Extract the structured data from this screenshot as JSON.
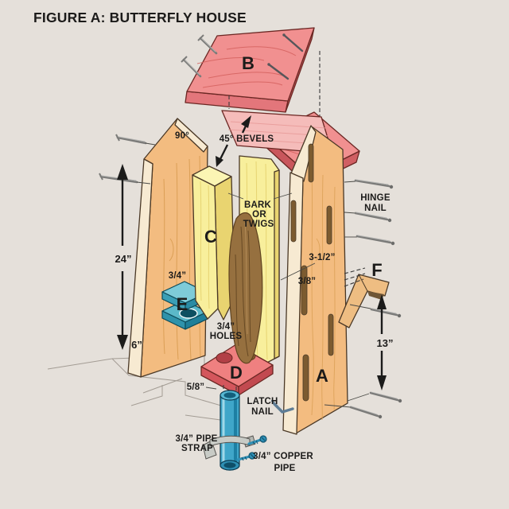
{
  "title": "FIGURE A: BUTTERFLY HOUSE",
  "part_labels": {
    "a": "A",
    "b": "B",
    "c": "C",
    "d": "D",
    "e": "E",
    "f": "F"
  },
  "annotations": {
    "peak_angle": "90°",
    "bevels": "45° BEVELS",
    "bark_line1": "BARK",
    "bark_line2": "OR",
    "bark_line3": "TWIGS",
    "hinge_line1": "HINGE",
    "hinge_line2": "NAIL",
    "latch_line1": "LATCH",
    "latch_line2": "NAIL",
    "holes_line1": "3/4”",
    "holes_line2": "HOLES",
    "strap_line1": "3/4” PIPE",
    "strap_line2": "STRAP",
    "copper_line1": "3/4” COPPER",
    "copper_line2": "PIPE"
  },
  "dimensions": {
    "total_height": "24”",
    "lower_height": "6”",
    "side_thickness": "3/4”",
    "base_thickness": "5/8”",
    "slot_spacing": "3-1/2”",
    "slot_width": "3/8”",
    "latch_height": "13”"
  },
  "colors": {
    "background": "#e5e0da",
    "roof_red": "#f19090",
    "roof_red_side": "#d05f63",
    "roof_red_front": "#e3767b",
    "bevel_pink": "#f5bcba",
    "wood": "#f3bc80",
    "wood_edge": "#f7ead2",
    "board_yellow": "#f8ef9c",
    "board_yellow_side": "#e9d470",
    "teal": "#7ecbd8",
    "teal_mid": "#3b9fb6",
    "teal_dark": "#1f7f99",
    "base_red": "#ef8080",
    "pipe_blue": "#3fa6c9",
    "bark_brown": "#96703f",
    "nail_gray": "#7b7b79",
    "text": "#1c1b1a"
  }
}
